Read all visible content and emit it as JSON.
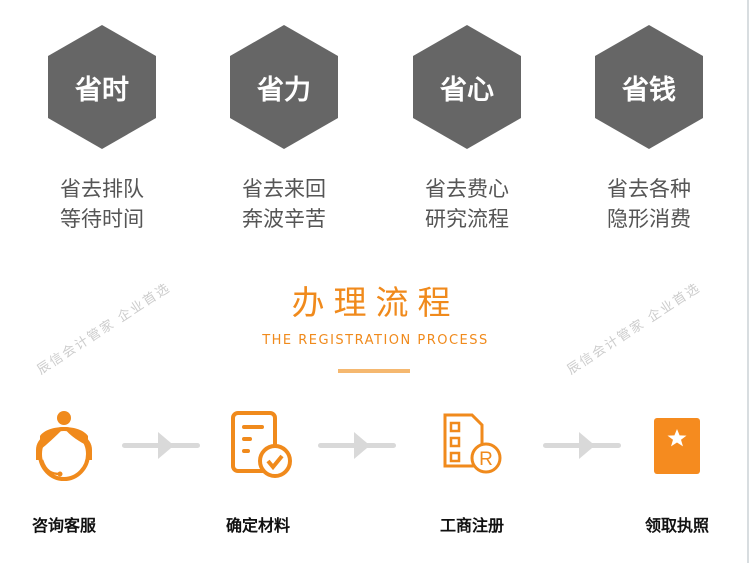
{
  "benefits": [
    {
      "title": "省时",
      "line1": "省去排队",
      "line2": "等待时间"
    },
    {
      "title": "省力",
      "line1": "省去来回",
      "line2": "奔波辛苦"
    },
    {
      "title": "省心",
      "line1": "省去费心",
      "line2": "研究流程"
    },
    {
      "title": "省钱",
      "line1": "省去各种",
      "line2": "隐形消费"
    }
  ],
  "process": {
    "title": "办理流程",
    "subtitle": "THE REGISTRATION PROCESS"
  },
  "watermark": "辰信会计管家  企业首选",
  "steps": [
    {
      "label": "咨询客服",
      "icon": "customer-service-icon"
    },
    {
      "label": "确定材料",
      "icon": "document-check-icon"
    },
    {
      "label": "工商注册",
      "icon": "registration-form-icon"
    },
    {
      "label": "领取执照",
      "icon": "license-icon"
    }
  ],
  "colors": {
    "accent": "#f08a1c",
    "hex": "#666666",
    "arrow": "#d9d9d9"
  }
}
